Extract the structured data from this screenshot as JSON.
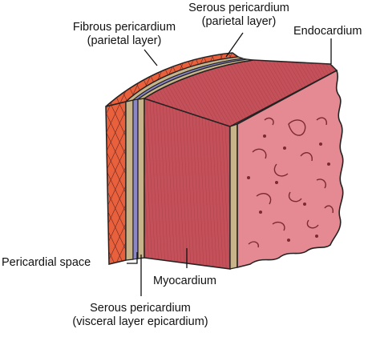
{
  "labels": {
    "fibrous": [
      "Fibrous pericardium",
      "(parietal layer)"
    ],
    "serous_parietal": [
      "Serous pericardium",
      "(parietal layer)"
    ],
    "endocardium": "Endocardium",
    "pericardial_space": "Pericardial space",
    "myocardium": "Myocardium",
    "serous_visceral": [
      "Serous pericardium",
      "(visceral layer epicardium)"
    ]
  },
  "colors": {
    "fibrous": "#e8613c",
    "serous_parietal": "#c8b48a",
    "pericardial_space": "#8a86c8",
    "visceral": "#c8b48a",
    "myocardium": "#c4505a",
    "endocardium": "#e58a92"
  }
}
